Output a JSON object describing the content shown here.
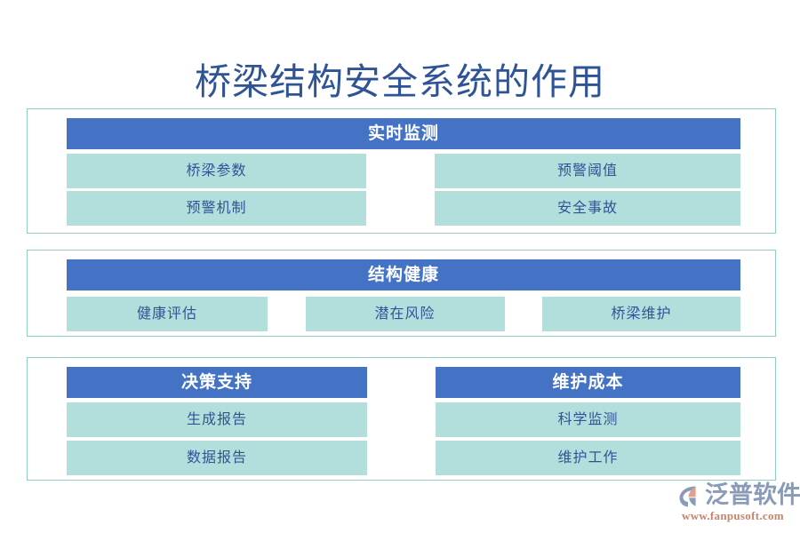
{
  "title": "桥梁结构安全系统的作用",
  "colors": {
    "title_text": "#2F5496",
    "header_bar": "#4472C4",
    "header_text": "#FFFFFF",
    "chip_bg": "#B2DFDB",
    "chip_text": "#2F5496",
    "frame_border": "#8FCFC4",
    "page_bg": "#FFFFFF",
    "logo_text": "#8A9BB8",
    "logo_url": "#C9826B",
    "logo_mark_accent": "#E2A08B"
  },
  "sections": [
    {
      "id": "real-time-monitoring",
      "header": "实时监测",
      "columns": [
        {
          "items": [
            "桥梁参数",
            "预警机制"
          ]
        },
        {
          "items": [
            "预警阈值",
            "安全事故"
          ]
        }
      ]
    },
    {
      "id": "structural-health",
      "header": "结构健康",
      "columns": [
        {
          "items": [
            "健康评估"
          ]
        },
        {
          "items": [
            "潜在风险"
          ]
        },
        {
          "items": [
            "桥梁维护"
          ]
        }
      ]
    },
    {
      "id": "decision-and-cost",
      "groups": [
        {
          "header": "决策支持",
          "items": [
            "生成报告",
            "数据报告"
          ]
        },
        {
          "header": "维护成本",
          "items": [
            "科学监测",
            "维护工作"
          ]
        }
      ]
    }
  ],
  "logo": {
    "name": "泛普软件",
    "url": "www.fanpusoft.com"
  }
}
